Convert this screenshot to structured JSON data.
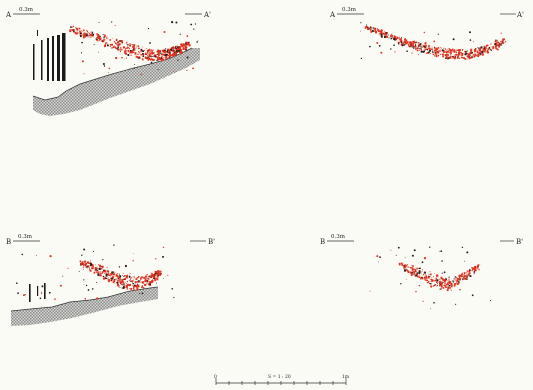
{
  "panels": [
    {
      "id": "A",
      "left_label": "A",
      "right_label": "A'",
      "scale_text": "0.3m"
    },
    {
      "id": "A2",
      "left_label": "A",
      "right_label": "A'",
      "scale_text": "0.3m"
    },
    {
      "id": "B",
      "left_label": "B",
      "right_label": "B'",
      "scale_text": "0.3m"
    },
    {
      "id": "B2",
      "left_label": "B",
      "right_label": "B'",
      "scale_text": "0.3m"
    }
  ],
  "scale_bar": {
    "start": "0",
    "ratio": "S = 1 : 20",
    "end": "1m"
  },
  "colors": {
    "background": "#fbfbf6",
    "artifact_red": "#e0321f",
    "artifact_dark": "#2a1a16",
    "hatch": "#9a9a9a"
  }
}
